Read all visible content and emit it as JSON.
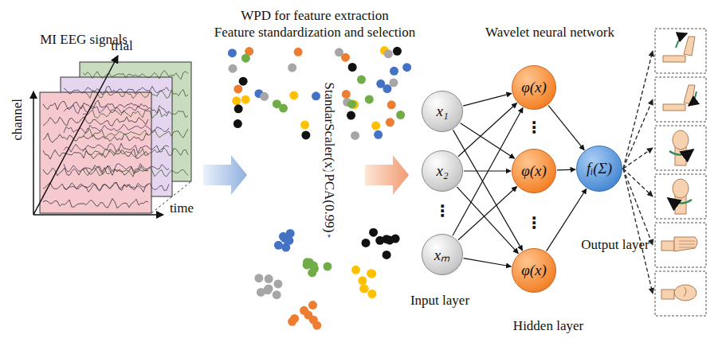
{
  "diagram": {
    "nodes": [
      {
        "text": [
          "x₁"
        ]
      },
      {
        "text": [
          "x₂"
        ]
      },
      {
        "text": [
          "xₘ"
        ]
      },
      {
        "text": [
          "φ(x)"
        ]
      },
      {
        "text": [
          "φ(x)"
        ]
      },
      {
        "text": [
          "φ(x)"
        ]
      },
      {
        "text": [
          "fᵢ(Σ)"
        ]
      }
    ],
    "edges": [
      {
        "from": 0,
        "to": 3,
        "arrow": "to"
      },
      {
        "from": 0,
        "to": 4,
        "arrow": "to"
      },
      {
        "from": 0,
        "to": 5,
        "arrow": "to"
      },
      {
        "from": 1,
        "to": 3,
        "arrow": "to"
      },
      {
        "from": 1,
        "to": 4,
        "arrow": "to"
      },
      {
        "from": 1,
        "to": 5,
        "arrow": "to"
      },
      {
        "from": 2,
        "to": 3,
        "arrow": "to"
      },
      {
        "from": 2,
        "to": 4,
        "arrow": "to"
      },
      {
        "from": 2,
        "to": 5,
        "arrow": "to"
      },
      {
        "from": 3,
        "to": 6,
        "arrow": "to"
      },
      {
        "from": 4,
        "to": 6,
        "arrow": "to"
      },
      {
        "from": 5,
        "to": 6,
        "arrow": "to"
      }
    ],
    "labels": [
      "MI EEG signals",
      "channel",
      "trial",
      "time",
      "WPD for feature extraction",
      "Feature standardization and selection",
      "StandarScaler(x)",
      "PCA(0.99)",
      "Wavelet neural network",
      "⋮",
      "⋮",
      "⋮",
      "Input layer",
      "Hidden layer",
      "Output layer"
    ]
  }
}
